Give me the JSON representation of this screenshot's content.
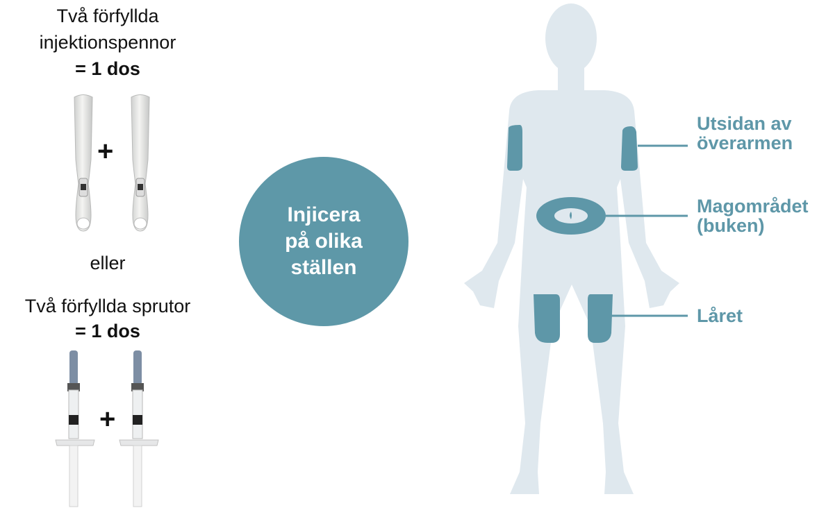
{
  "pens": {
    "title": "Två förfyllda\ninjektionspennor",
    "dose": "= 1 dos",
    "plus": "+",
    "icon": "injection-pen-icon"
  },
  "or_text": "eller",
  "syringes": {
    "title": "Två förfyllda sprutor",
    "dose": "= 1 dos",
    "plus": "+",
    "icon": "syringe-icon"
  },
  "center_circle": {
    "text": "Injicera\npå olika\nställen",
    "color": "#5e98a8"
  },
  "body": {
    "silhouette_color": "#dfe8ee",
    "site_color": "#5e97a8"
  },
  "sites": {
    "arm": "Utsidan av\növerarmen",
    "abdomen": "Magområdet\n(buken)",
    "thigh": "Låret"
  }
}
